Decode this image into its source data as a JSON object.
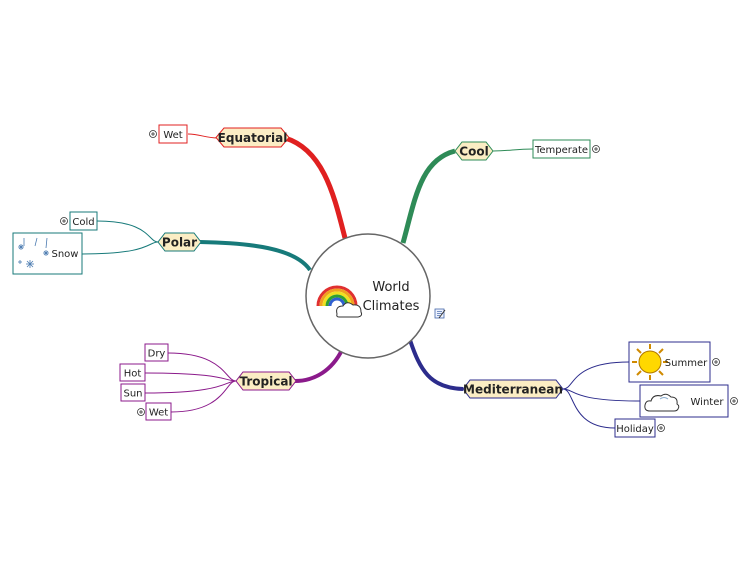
{
  "center": {
    "line1": "World",
    "line2": "Climates"
  },
  "branches": {
    "equatorial": {
      "label": "Equatorial",
      "color": "#e02020",
      "children": [
        "Wet"
      ]
    },
    "cool": {
      "label": "Cool",
      "color": "#2e8b57",
      "children": [
        "Temperate"
      ]
    },
    "polar": {
      "label": "Polar",
      "color": "#177a7a",
      "children": [
        "Cold",
        "Snow"
      ]
    },
    "tropical": {
      "label": "Tropical",
      "color": "#8b1a8b",
      "children": [
        "Dry",
        "Hot",
        "Sun",
        "Wet"
      ]
    },
    "mediterranean": {
      "label": "Mediterranean",
      "color": "#2c2c8c",
      "children": [
        "Summer",
        "Winter",
        "Holiday"
      ]
    }
  },
  "colors": {
    "branch_fill": "#fbedc4",
    "branch_stroke": "#b89a5a",
    "center_stroke": "#666666"
  },
  "icons": [
    "rainbow-icon",
    "sun-icon",
    "cloud-icon",
    "snowflake-icon",
    "note-icon",
    "expand-plus-icon"
  ]
}
